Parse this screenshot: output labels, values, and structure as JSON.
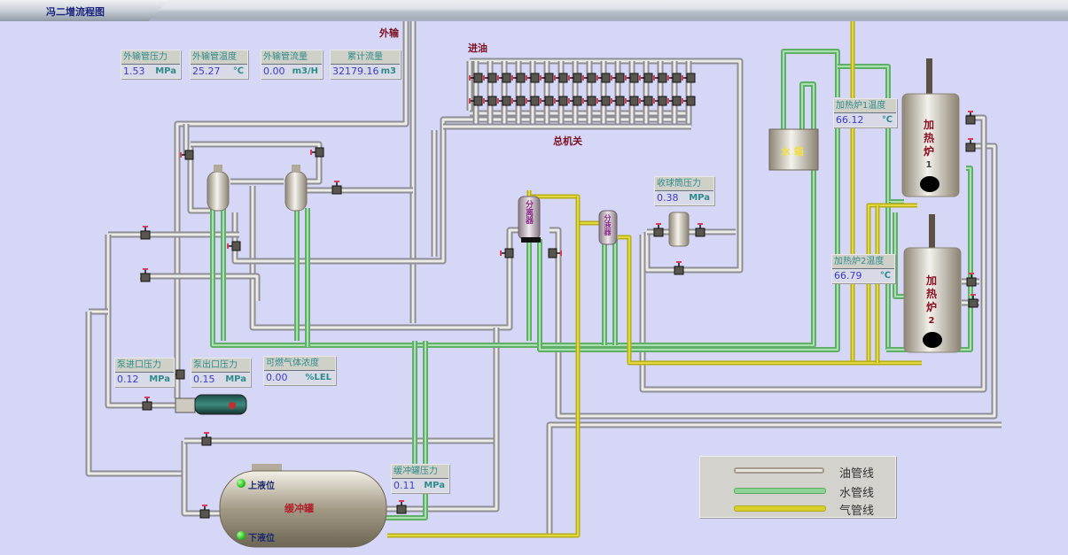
{
  "window": {
    "title": "冯二增流程图"
  },
  "labels": {
    "export": "外输",
    "oil_in": "进油",
    "manifold": "总机关",
    "water_tank": "水 箱",
    "separator": "分离器",
    "liquid_separator": "分液器",
    "buffer_tank": "缓冲罐",
    "upper_level": "上液位",
    "lower_level": "下液位",
    "heater1": [
      "加",
      "热",
      "炉",
      "1"
    ],
    "heater2": [
      "加",
      "热",
      "炉",
      "2"
    ]
  },
  "readings": {
    "export_pressure": {
      "label": "外输管压力",
      "value": "1.53",
      "unit": "MPa"
    },
    "export_temp": {
      "label": "外输管温度",
      "value": "25.27",
      "unit": "℃"
    },
    "export_flow": {
      "label": "外输管流量",
      "value": "0.00",
      "unit": "m3/H"
    },
    "total_flow": {
      "label": "累计流量",
      "value": "32179.16",
      "unit": "m3"
    },
    "collector_pressure": {
      "label": "收球筒压力",
      "value": "0.38",
      "unit": "MPa"
    },
    "heater1_temp": {
      "label": "加热炉1温度",
      "value": "66.12",
      "unit": "℃"
    },
    "heater2_temp": {
      "label": "加热炉2温度",
      "value": "66.79",
      "unit": "℃"
    },
    "pump_inlet_pressure": {
      "label": "泵进口压力",
      "value": "0.12",
      "unit": "MPa"
    },
    "pump_outlet_pressure": {
      "label": "泵出口压力",
      "value": "0.15",
      "unit": "MPa"
    },
    "gas_concentration": {
      "label": "可燃气体浓度",
      "value": "0.00",
      "unit": "%LEL"
    },
    "buffer_pressure": {
      "label": "缓冲罐压力",
      "value": "0.11",
      "unit": "MPa"
    }
  },
  "legend": [
    {
      "label": "油管线",
      "color": "#a59a8e"
    },
    {
      "label": "水管线",
      "color": "#7ccf86"
    },
    {
      "label": "气管线",
      "color": "#cfc62a"
    }
  ],
  "colors": {
    "oil_pipe": "#e4e2dc",
    "water_pipe": "#8fd396",
    "gas_pipe": "#d7cf2a",
    "valve_handle": "#e03a5a",
    "background": "#d6d6f6"
  }
}
